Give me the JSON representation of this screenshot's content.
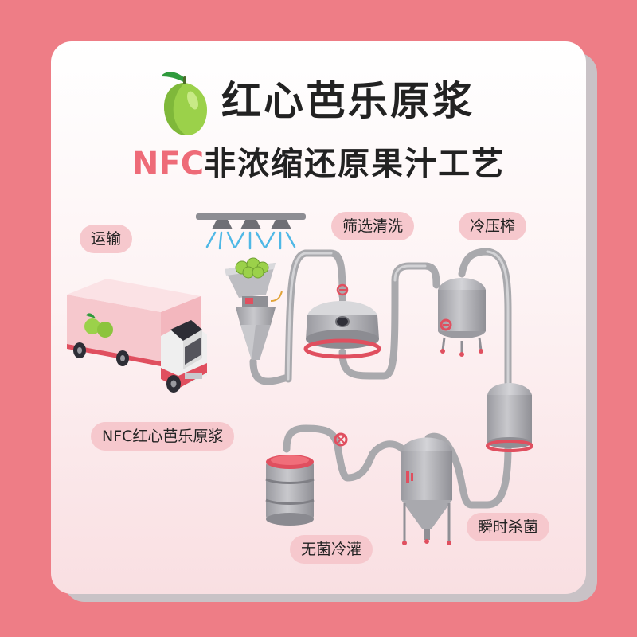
{
  "header": {
    "title": "红心芭乐原浆",
    "subtitle_prefix": "NFC",
    "subtitle_rest": "非浓缩还原果汁工艺",
    "logo_icon": "guava-icon"
  },
  "steps": [
    {
      "label": "运输",
      "icon": "truck-icon"
    },
    {
      "label": "筛选清洗",
      "icon": "washing-tank-icon"
    },
    {
      "label": "冷压榨",
      "icon": "cold-press-tank-icon"
    },
    {
      "label": "瞬时杀菌",
      "icon": "sterilizer-tank-icon"
    },
    {
      "label": "无菌冷灌",
      "icon": "filling-silo-icon"
    },
    {
      "label": "NFC红心芭乐原浆",
      "icon": "juice-barrel-icon"
    }
  ],
  "colors": {
    "background": "#ee7d86",
    "accent_pink": "#ee6b78",
    "label_fill": "#f6c8cd",
    "pipe": "#a9a9ad",
    "machine_red": "#e04f5f",
    "guava_green": "#9bd14a",
    "water_blue": "#4fb8e6"
  }
}
